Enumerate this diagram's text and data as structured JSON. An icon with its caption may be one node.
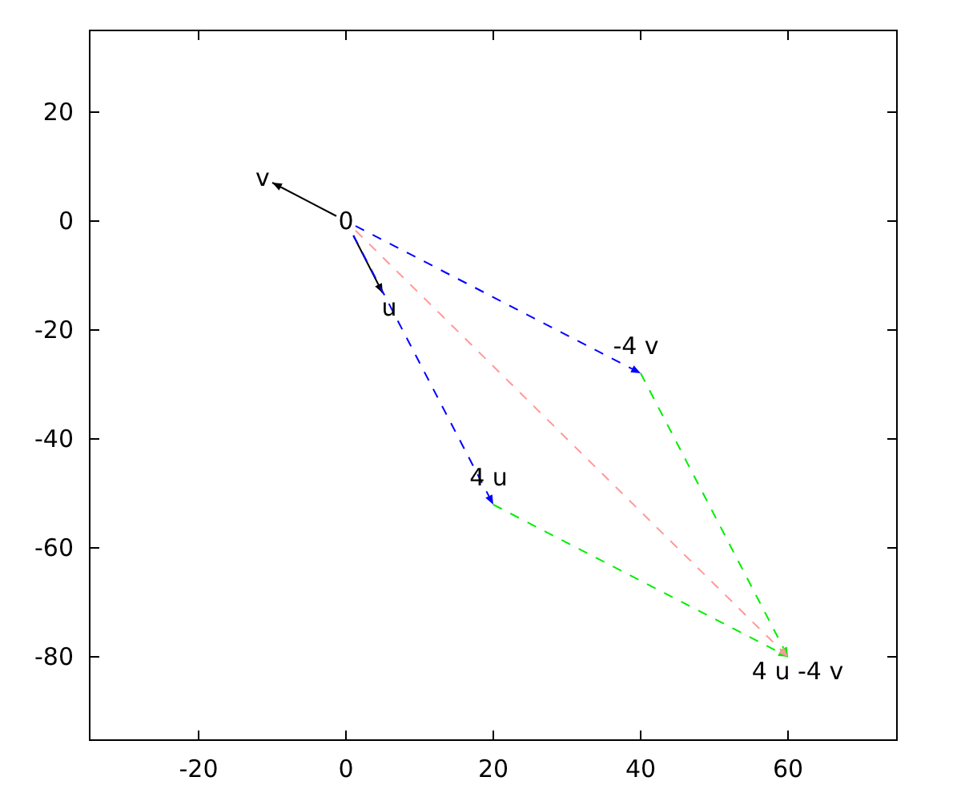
{
  "diagram": {
    "nodes": [
      {
        "text": [
          "0"
        ]
      },
      {
        "text": [
          "v"
        ]
      },
      {
        "text": [
          "u"
        ]
      },
      {
        "text": [
          "-4 v"
        ]
      },
      {
        "text": [
          "4 u"
        ]
      },
      {
        "text": [
          "4 u -4 v"
        ]
      }
    ],
    "edges": [
      {
        "from": 0,
        "to": 1,
        "arrow": "to"
      },
      {
        "from": 0,
        "to": 2,
        "arrow": "to"
      },
      {
        "from": 0,
        "to": 3,
        "arrow": "to",
        "style": "dashed",
        "color": "#0000ff"
      },
      {
        "from": 0,
        "to": 4,
        "arrow": "to",
        "style": "dashed",
        "color": "#0000ff"
      },
      {
        "from": 3,
        "to": 5,
        "arrow": "to",
        "style": "dashed",
        "color": "#00ee00"
      },
      {
        "from": 4,
        "to": 5,
        "arrow": "to",
        "style": "dashed",
        "color": "#00ee00"
      },
      {
        "from": 0,
        "to": 5,
        "arrow": "to",
        "style": "dashed",
        "color": "#ff9999"
      }
    ],
    "labels": [
      "20",
      "0",
      "-20",
      "-40",
      "-60",
      "-80",
      "-20",
      "0",
      "20",
      "40",
      "60"
    ]
  }
}
